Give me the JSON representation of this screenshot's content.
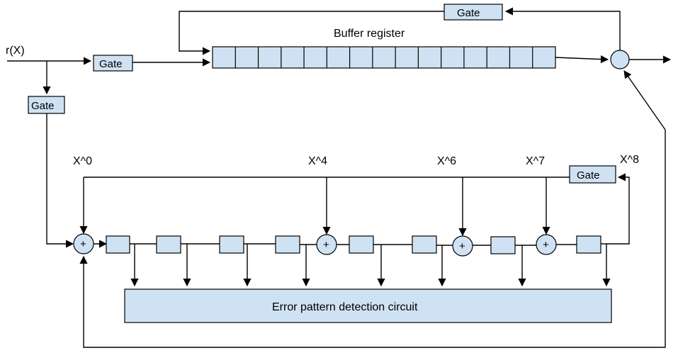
{
  "input_label": "r(X)",
  "gate_label": "Gate",
  "buffer_register_label": "Buffer register",
  "buffer_cell_count": 15,
  "taps": {
    "x0": "X^0",
    "x4": "X^4",
    "x6": "X^6",
    "x7": "X^7",
    "x8": "X^8"
  },
  "adder_symbol": "+",
  "error_circuit_label": "Error pattern detection circuit",
  "colors": {
    "box_fill": "#cfe2f3",
    "stroke": "#000000",
    "background": "#ffffff"
  }
}
